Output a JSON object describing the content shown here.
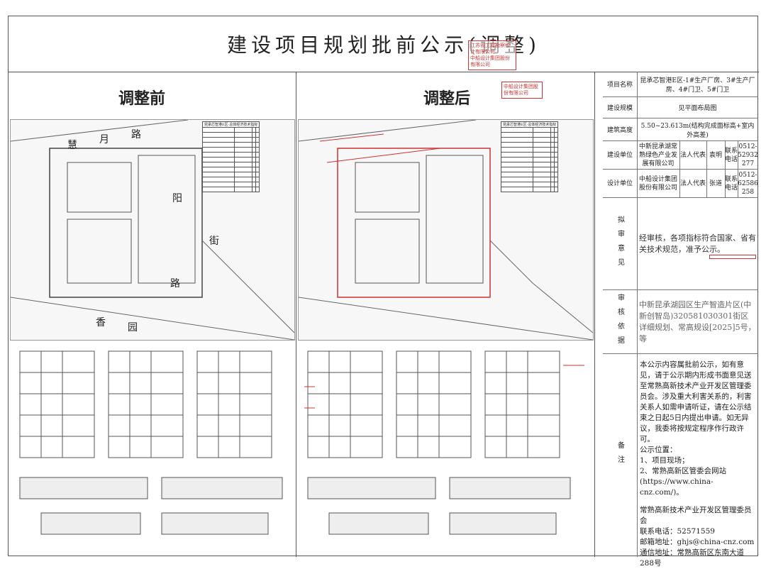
{
  "title": "建设项目规划批前公示(调整)",
  "left_heading": "调整前",
  "middle_heading": "调整后",
  "drawing": {
    "road_labels": [
      "慧",
      "月",
      "路",
      "阳",
      "街",
      "香",
      "园",
      "路"
    ],
    "table_title": "昆承芯智港E区-总体经济技术指标",
    "stamp_company": "江苏省工程勘察设计有限公司",
    "stamp_text": "中船设计集团股份有限公司"
  },
  "info": {
    "project_name_label": "项目名称",
    "project_name": "昆承芯智港E区-1#生产厂房、3#生产厂房、4#门卫、5#门卫",
    "scale_label": "建设规模",
    "scale": "见平面布局图",
    "height_label": "建筑高度",
    "height": "5.50~23.613m(结构完成面标高+室内外高差)",
    "builder_label": "建设单位",
    "builder": "中新昆承湖常熟绿色产业发展有限公司",
    "builder_rep_label": "法人代表",
    "builder_rep": "袁明",
    "builder_phone_label": "联系电话",
    "builder_phone": "0512-52932277",
    "designer_label": "设计单位",
    "designer": "中船设计集团股份有限公司",
    "designer_rep_label": "法人代表",
    "designer_rep": "张道",
    "designer_phone_label": "联系电话",
    "designer_phone": "0512-62586258",
    "opinion_label": "拟审意见",
    "opinion": "经审核，各项指标符合国家、省有关技术规范，准予公示。",
    "basis_label": "审核依据",
    "basis": "中新昆承湖园区生产智造片区(中新创智岛)320581030301街区详细规划、常高规设[2025]5号，等",
    "notes_label": "备注",
    "notes": "本公示内容属批前公示，如有意见，请于公示期内形成书面意见送至常熟高新技术产业开发区管理委员会。涉及重大利害关系的，利害关系人如需申请听证，请在公示结束之日起5日内提出申请。如无异议，我委将按规定程序作行政许可。",
    "places_title": "公示位置：",
    "place1": "1、项目现场；",
    "place2": "2、常熟高新区管委会网站",
    "place2_url": "(https://www.china-cnz.com/)。",
    "org": "常熟高新技术产业开发区管理委员会",
    "phone": "联系电话：52571559",
    "email": "邮箱地址：ghjs@china-cnz.com",
    "address": "通信地址：常熟高新区东南大道288号"
  }
}
